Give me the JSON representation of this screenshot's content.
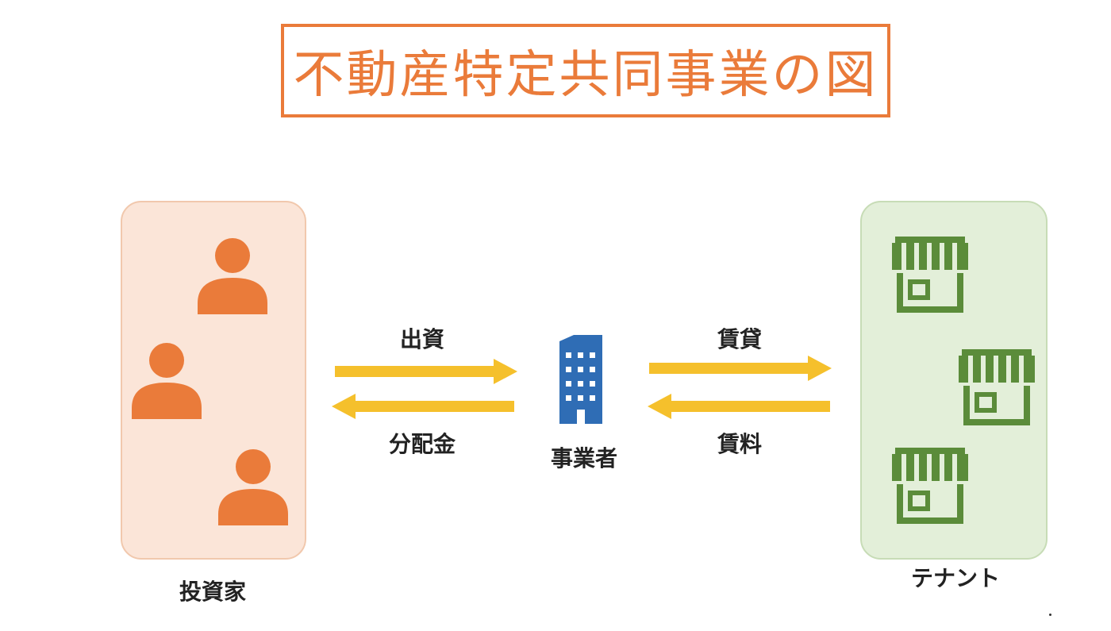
{
  "title": "不動産特定共同事業の図",
  "colors": {
    "accent_orange": "#ea7b3a",
    "investor_panel_bg": "#fbe5d8",
    "tenant_panel_bg": "#e3efd9",
    "shop_green": "#5b8c3a",
    "arrow_yellow": "#f5c02c",
    "building_blue": "#2f6db5"
  },
  "labels": {
    "investor": "投資家",
    "tenant": "テナント",
    "operator": "事業者",
    "investment": "出資",
    "dividend": "分配金",
    "lease": "賃貸",
    "rent": "賃料"
  },
  "icons": {
    "investor": "person-icon",
    "tenant": "shop-icon",
    "operator": "building-icon",
    "arrow": "arrow-icon"
  }
}
